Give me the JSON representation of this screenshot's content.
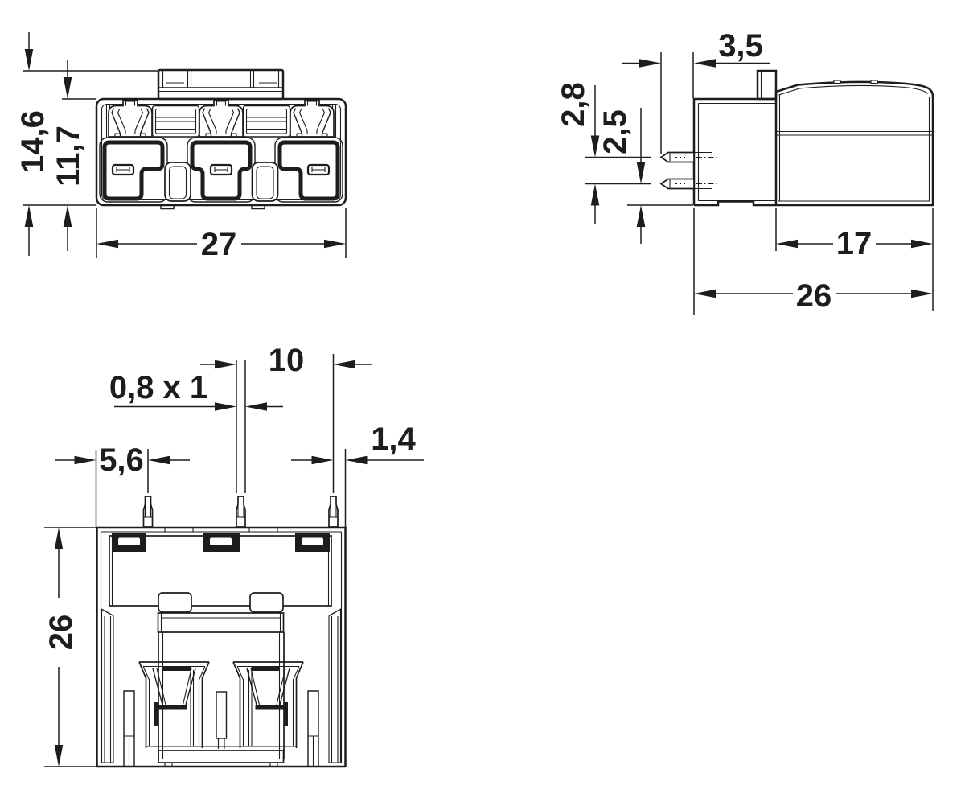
{
  "drawing": {
    "type": "technical-dimension-drawing",
    "background": "#ffffff",
    "line_color": "#1d1d1b",
    "views": {
      "front_view": {
        "name": "front-view",
        "dimensions": {
          "total_height": "14,6",
          "body_height": "11,7",
          "width": "27"
        }
      },
      "side_view": {
        "name": "side-view",
        "dimensions": {
          "pin_projection": "3,5",
          "pin_spacing": "2,8",
          "pin_to_bottom": "2,5",
          "body_depth": "17",
          "total_depth": "26"
        }
      },
      "bottom_view": {
        "name": "bottom-view",
        "dimensions": {
          "pole_pitch": "10",
          "pin_cross_section": "0,8 x 1",
          "edge_to_first_pin": "5,6",
          "pin_to_edge": "1,4",
          "total_width": "26"
        }
      }
    }
  }
}
